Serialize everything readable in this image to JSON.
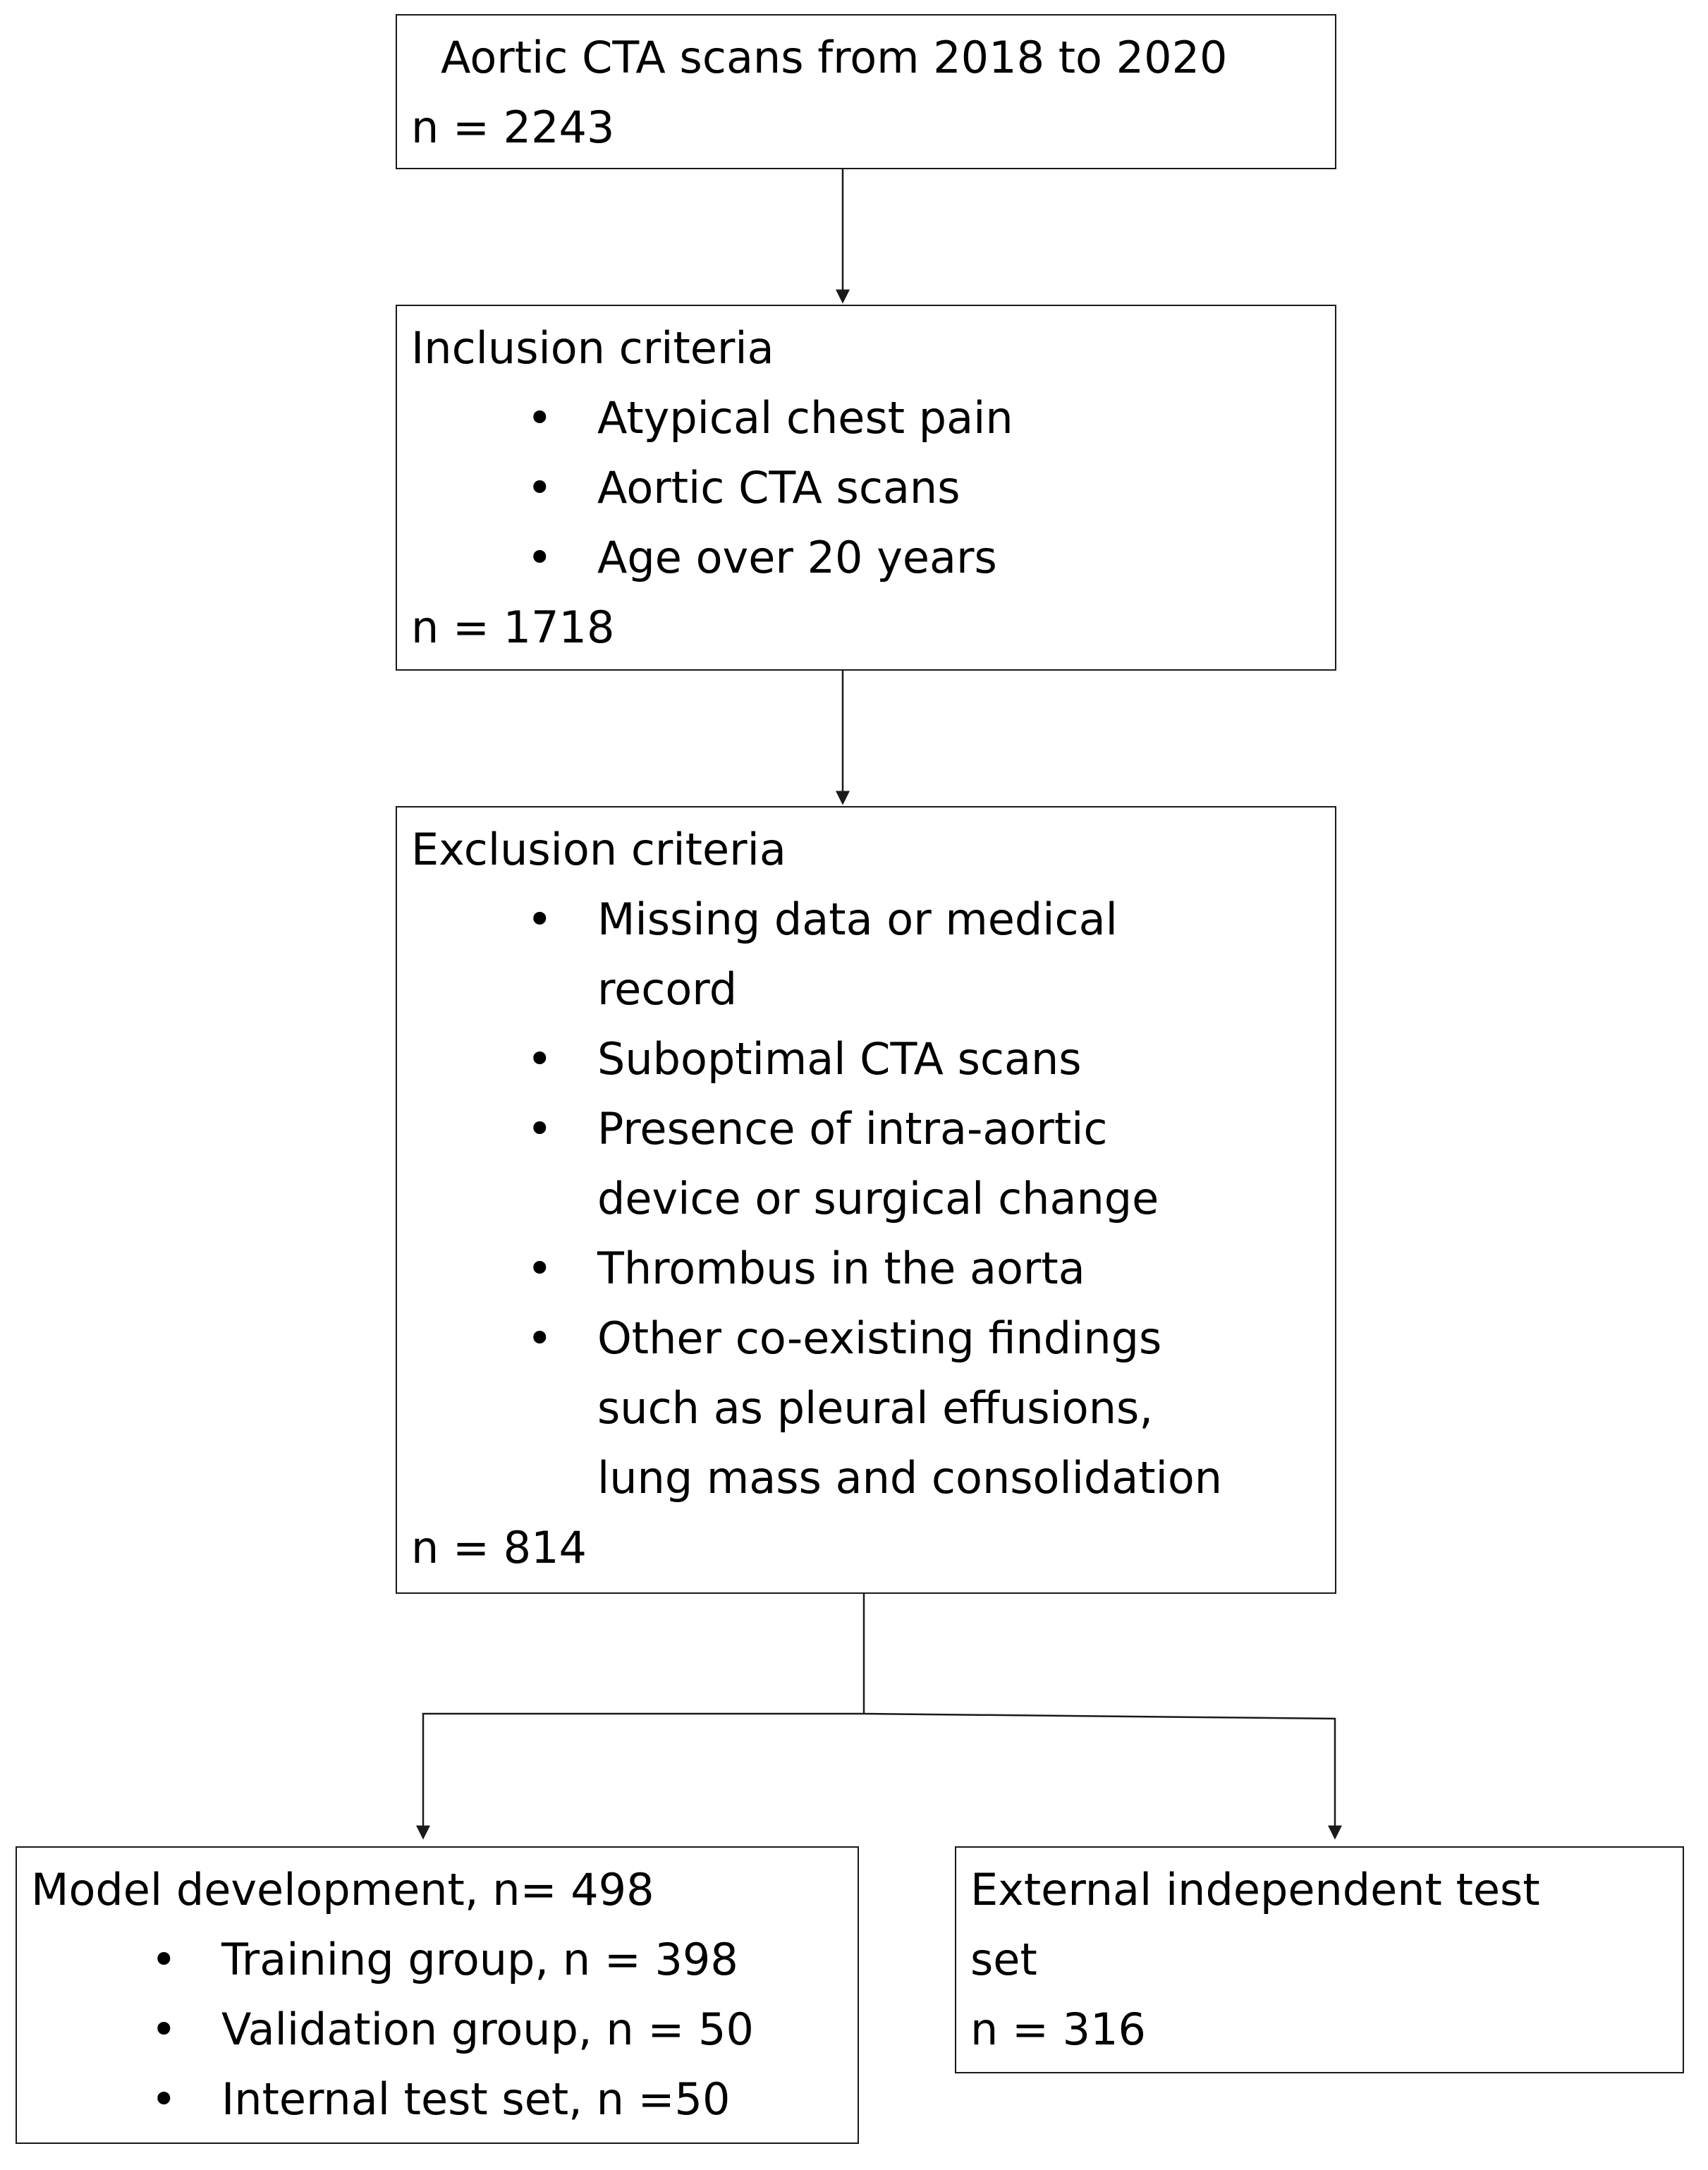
{
  "colors": {
    "line": "#1a1a1a",
    "border": "#1a1a1a",
    "background": "#ffffff"
  },
  "source_box": {
    "title": "Aortic CTA scans from 2018 to 2020",
    "count": "n = 2243"
  },
  "inclusion_box": {
    "title": "Inclusion criteria",
    "items": [
      "Atypical chest pain",
      "Aortic CTA scans",
      "Age over 20 years"
    ],
    "count": "n = 1718"
  },
  "exclusion_box": {
    "title": "Exclusion criteria",
    "items": [
      [
        "Missing data or medical",
        "record"
      ],
      [
        "Suboptimal CTA scans"
      ],
      [
        "Presence of intra-aortic",
        "device or surgical change"
      ],
      [
        "Thrombus in the aorta"
      ],
      [
        "Other co-existing findings",
        "such as pleural effusions,",
        "lung mass and consolidation"
      ]
    ],
    "count": "n = 814"
  },
  "development_box": {
    "title": "Model development, n= 498",
    "items": [
      "Training group, n = 398",
      "Validation group, n = 50",
      "Internal test set, n =50"
    ]
  },
  "external_box": {
    "lines": [
      "External independent test",
      "set"
    ],
    "count": "n = 316"
  }
}
